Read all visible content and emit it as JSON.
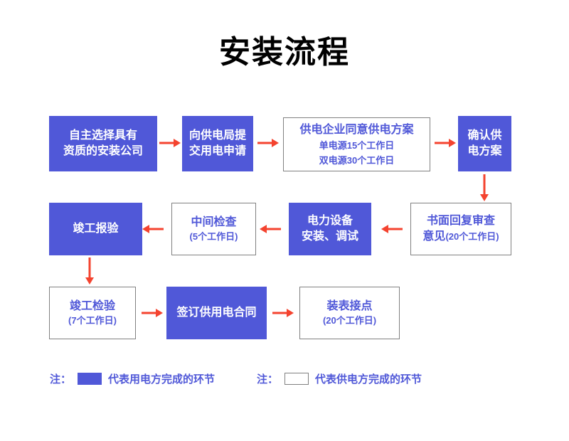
{
  "title": "安装流程",
  "colors": {
    "accent": "#5058d8",
    "arrow": "#f4432f",
    "title": "#000000",
    "box_border": "#808080",
    "background": "#ffffff"
  },
  "nodes": [
    {
      "id": "node-1",
      "name": "self-select-installer",
      "style": "filled",
      "lines": [
        {
          "text": "自主选择具有",
          "size": "main"
        },
        {
          "text": "资质的安装公司",
          "size": "main"
        }
      ]
    },
    {
      "id": "node-2",
      "name": "submit-application",
      "style": "filled",
      "lines": [
        {
          "text": "向供电局提",
          "size": "main"
        },
        {
          "text": "交用电申请",
          "size": "main"
        }
      ]
    },
    {
      "id": "node-3",
      "name": "utility-approves-plan",
      "style": "outline",
      "lines": [
        {
          "text": "供电企业同意供电方案",
          "size": "main"
        },
        {
          "text": "单电源15个工作日",
          "size": "sub"
        },
        {
          "text": "双电源30个工作日",
          "size": "sub"
        }
      ]
    },
    {
      "id": "node-4",
      "name": "confirm-power-plan",
      "style": "filled",
      "lines": [
        {
          "text": "确认供",
          "size": "main"
        },
        {
          "text": "电方案",
          "size": "main"
        }
      ]
    },
    {
      "id": "node-5",
      "name": "written-review-reply",
      "style": "outline",
      "lines": [
        {
          "text": "书面回复审查",
          "size": "main"
        },
        {
          "text": "意见",
          "size": "main",
          "suffix": "(20个工作日)"
        }
      ]
    },
    {
      "id": "node-6",
      "name": "equipment-install-debug",
      "style": "filled",
      "lines": [
        {
          "text": "电力设备",
          "size": "main"
        },
        {
          "text": "安装、调试",
          "size": "main"
        }
      ]
    },
    {
      "id": "node-7",
      "name": "intermediate-inspection",
      "style": "outline",
      "lines": [
        {
          "text": "中间检查",
          "size": "main"
        },
        {
          "text": "(5个工作日)",
          "size": "sub"
        }
      ]
    },
    {
      "id": "node-8",
      "name": "completion-report",
      "style": "filled",
      "lines": [
        {
          "text": "竣工报验",
          "size": "main"
        }
      ]
    },
    {
      "id": "node-9",
      "name": "completion-inspection",
      "style": "outline",
      "lines": [
        {
          "text": "竣工检验",
          "size": "main"
        },
        {
          "text": "(7个工作日)",
          "size": "sub"
        }
      ]
    },
    {
      "id": "node-10",
      "name": "sign-supply-contract",
      "style": "filled",
      "lines": [
        {
          "text": "签订供用电合同",
          "size": "main"
        }
      ]
    },
    {
      "id": "node-11",
      "name": "meter-installation",
      "style": "outline",
      "lines": [
        {
          "text": "装表接点",
          "size": "main"
        },
        {
          "text": "(20个工作日)",
          "size": "sub"
        }
      ]
    }
  ],
  "legend": [
    {
      "prefix": "注：",
      "swatch": "filled",
      "text": "代表用电方完成的环节"
    },
    {
      "prefix": "注：",
      "swatch": "outline",
      "text": "代表供电方完成的环节"
    }
  ]
}
